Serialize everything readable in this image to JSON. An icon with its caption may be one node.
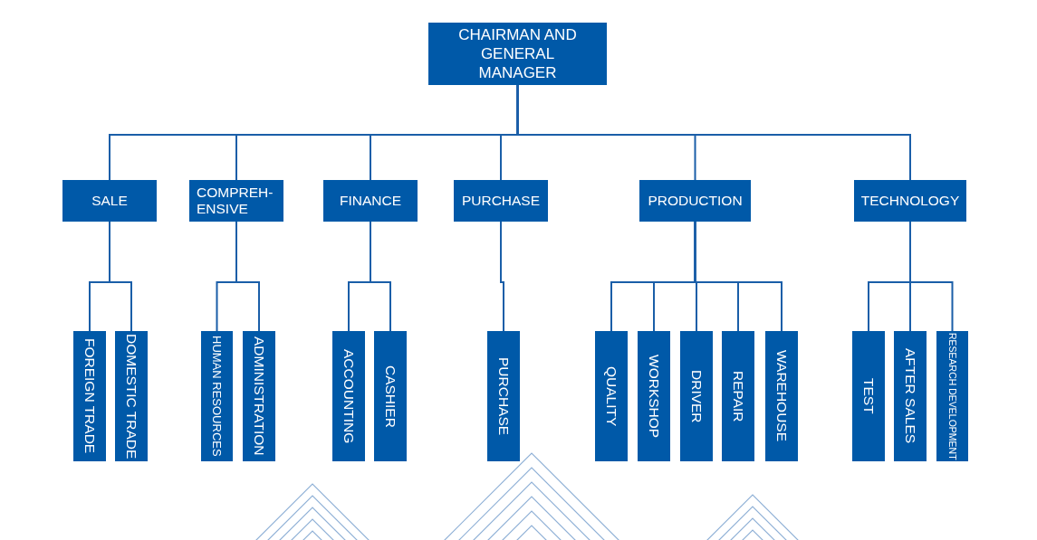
{
  "diagram": {
    "nodes": [
      {
        "text": [
          "CHAIRMAN AND GENERAL MANAGER"
        ]
      },
      {
        "text": [
          "SALE"
        ]
      },
      {
        "text": [
          "COMPREH- ENSIVE"
        ]
      },
      {
        "text": [
          "FINANCE"
        ]
      },
      {
        "text": [
          "PURCHASE"
        ]
      },
      {
        "text": [
          "PRODUCTION"
        ]
      },
      {
        "text": [
          "TECHNOLOGY"
        ]
      },
      {
        "text": [
          "FOREIGN TRADE"
        ]
      },
      {
        "text": [
          "DOMESTIC TRADE"
        ]
      },
      {
        "text": [
          "HUMAN RESOURCES"
        ]
      },
      {
        "text": [
          "ADMINISTRATION"
        ]
      },
      {
        "text": [
          "ACCOUNTING"
        ]
      },
      {
        "text": [
          "CASHIER"
        ]
      },
      {
        "text": [
          "PURCHASE"
        ]
      },
      {
        "text": [
          "QUALITY"
        ]
      },
      {
        "text": [
          "WORKSHOP"
        ]
      },
      {
        "text": [
          "DRIVER"
        ]
      },
      {
        "text": [
          "REPAIR"
        ]
      },
      {
        "text": [
          "WAREHOUSE"
        ]
      },
      {
        "text": [
          "TEST"
        ]
      },
      {
        "text": [
          "AFTER SALES"
        ]
      },
      {
        "text": [
          "RESEARCH DEVELOPMENT"
        ]
      }
    ],
    "edges": [
      {
        "from": 0,
        "to": 1,
        "arrow": "none"
      },
      {
        "from": 0,
        "to": 2,
        "arrow": "none"
      },
      {
        "from": 0,
        "to": 3,
        "arrow": "none"
      },
      {
        "from": 0,
        "to": 4,
        "arrow": "none"
      },
      {
        "from": 0,
        "to": 5,
        "arrow": "none"
      },
      {
        "from": 0,
        "to": 6,
        "arrow": "none"
      },
      {
        "from": 1,
        "to": 7,
        "arrow": "none"
      },
      {
        "from": 1,
        "to": 8,
        "arrow": "none"
      },
      {
        "from": 2,
        "to": 9,
        "arrow": "none"
      },
      {
        "from": 2,
        "to": 10,
        "arrow": "none"
      },
      {
        "from": 3,
        "to": 11,
        "arrow": "none"
      },
      {
        "from": 3,
        "to": 12,
        "arrow": "none"
      },
      {
        "from": 4,
        "to": 13,
        "arrow": "none"
      },
      {
        "from": 5,
        "to": 14,
        "arrow": "none"
      },
      {
        "from": 5,
        "to": 15,
        "arrow": "none"
      },
      {
        "from": 5,
        "to": 16,
        "arrow": "none"
      },
      {
        "from": 5,
        "to": 17,
        "arrow": "none"
      },
      {
        "from": 5,
        "to": 18,
        "arrow": "none"
      },
      {
        "from": 6,
        "to": 19,
        "arrow": "none"
      },
      {
        "from": 6,
        "to": 20,
        "arrow": "none"
      },
      {
        "from": 6,
        "to": 21,
        "arrow": "none"
      }
    ]
  }
}
